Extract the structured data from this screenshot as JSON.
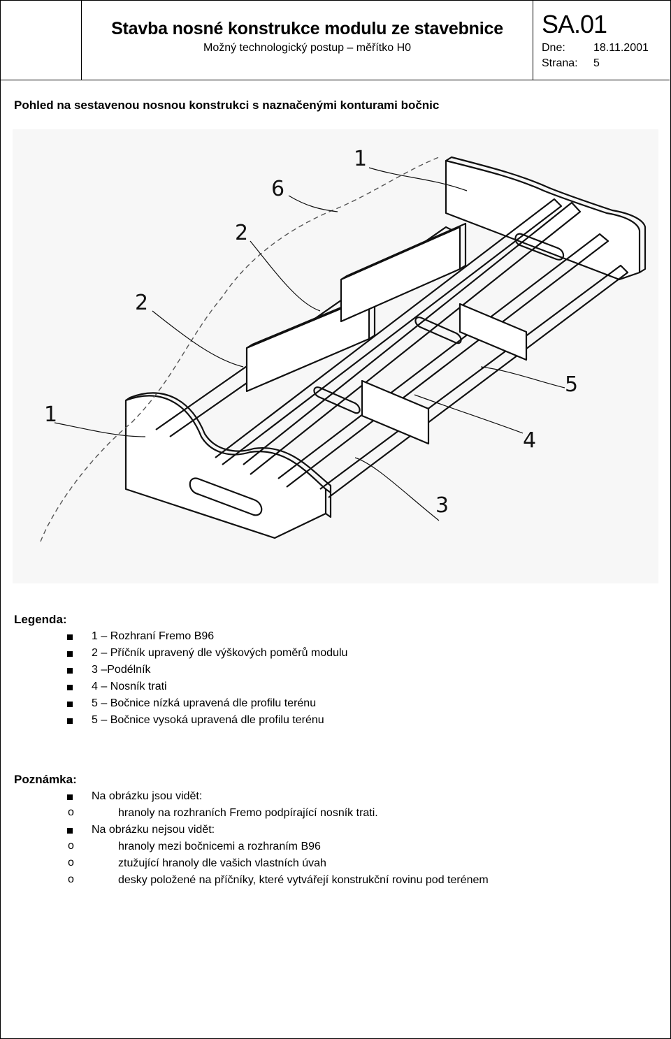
{
  "header": {
    "title": "Stavba nosné konstrukce modulu ze stavebnice",
    "subtitle": "Možný technologický postup – měřítko H0",
    "doc_code": "SA.01",
    "date_label": "Dne:",
    "date_value": "18.11.2001",
    "page_label": "Strana:",
    "page_value": "5"
  },
  "section_title": "Pohled na sestavenou nosnou konstrukci s naznačenými konturami bočnic",
  "drawing": {
    "callouts": [
      "1",
      "6",
      "2",
      "2",
      "1",
      "5",
      "4",
      "3"
    ]
  },
  "legend": {
    "heading": "Legenda:",
    "items": [
      "1 – Rozhraní Fremo B96",
      "2 – Příčník upravený dle výškových poměrů modulu",
      "3 –Podélník",
      "4 – Nosník trati",
      "5 – Bočnice nízká upravená dle profilu terénu",
      "5 – Bočnice vysoká  upravená dle profilu terénu"
    ]
  },
  "notes": {
    "heading": "Poznámka:",
    "visible_heading": "Na obrázku jsou vidět:",
    "visible_items": [
      "hranoly na rozhraních Fremo podpírající nosník trati."
    ],
    "hidden_heading": "Na obrázku nejsou vidět:",
    "hidden_items": [
      "hranoly mezi bočnicemi a rozhraním B96",
      "ztužující hranoly dle vašich vlastních úvah",
      "desky položené na příčníky, které vytvářejí konstrukční rovinu pod terénem"
    ],
    "sub_bullet": "o"
  }
}
